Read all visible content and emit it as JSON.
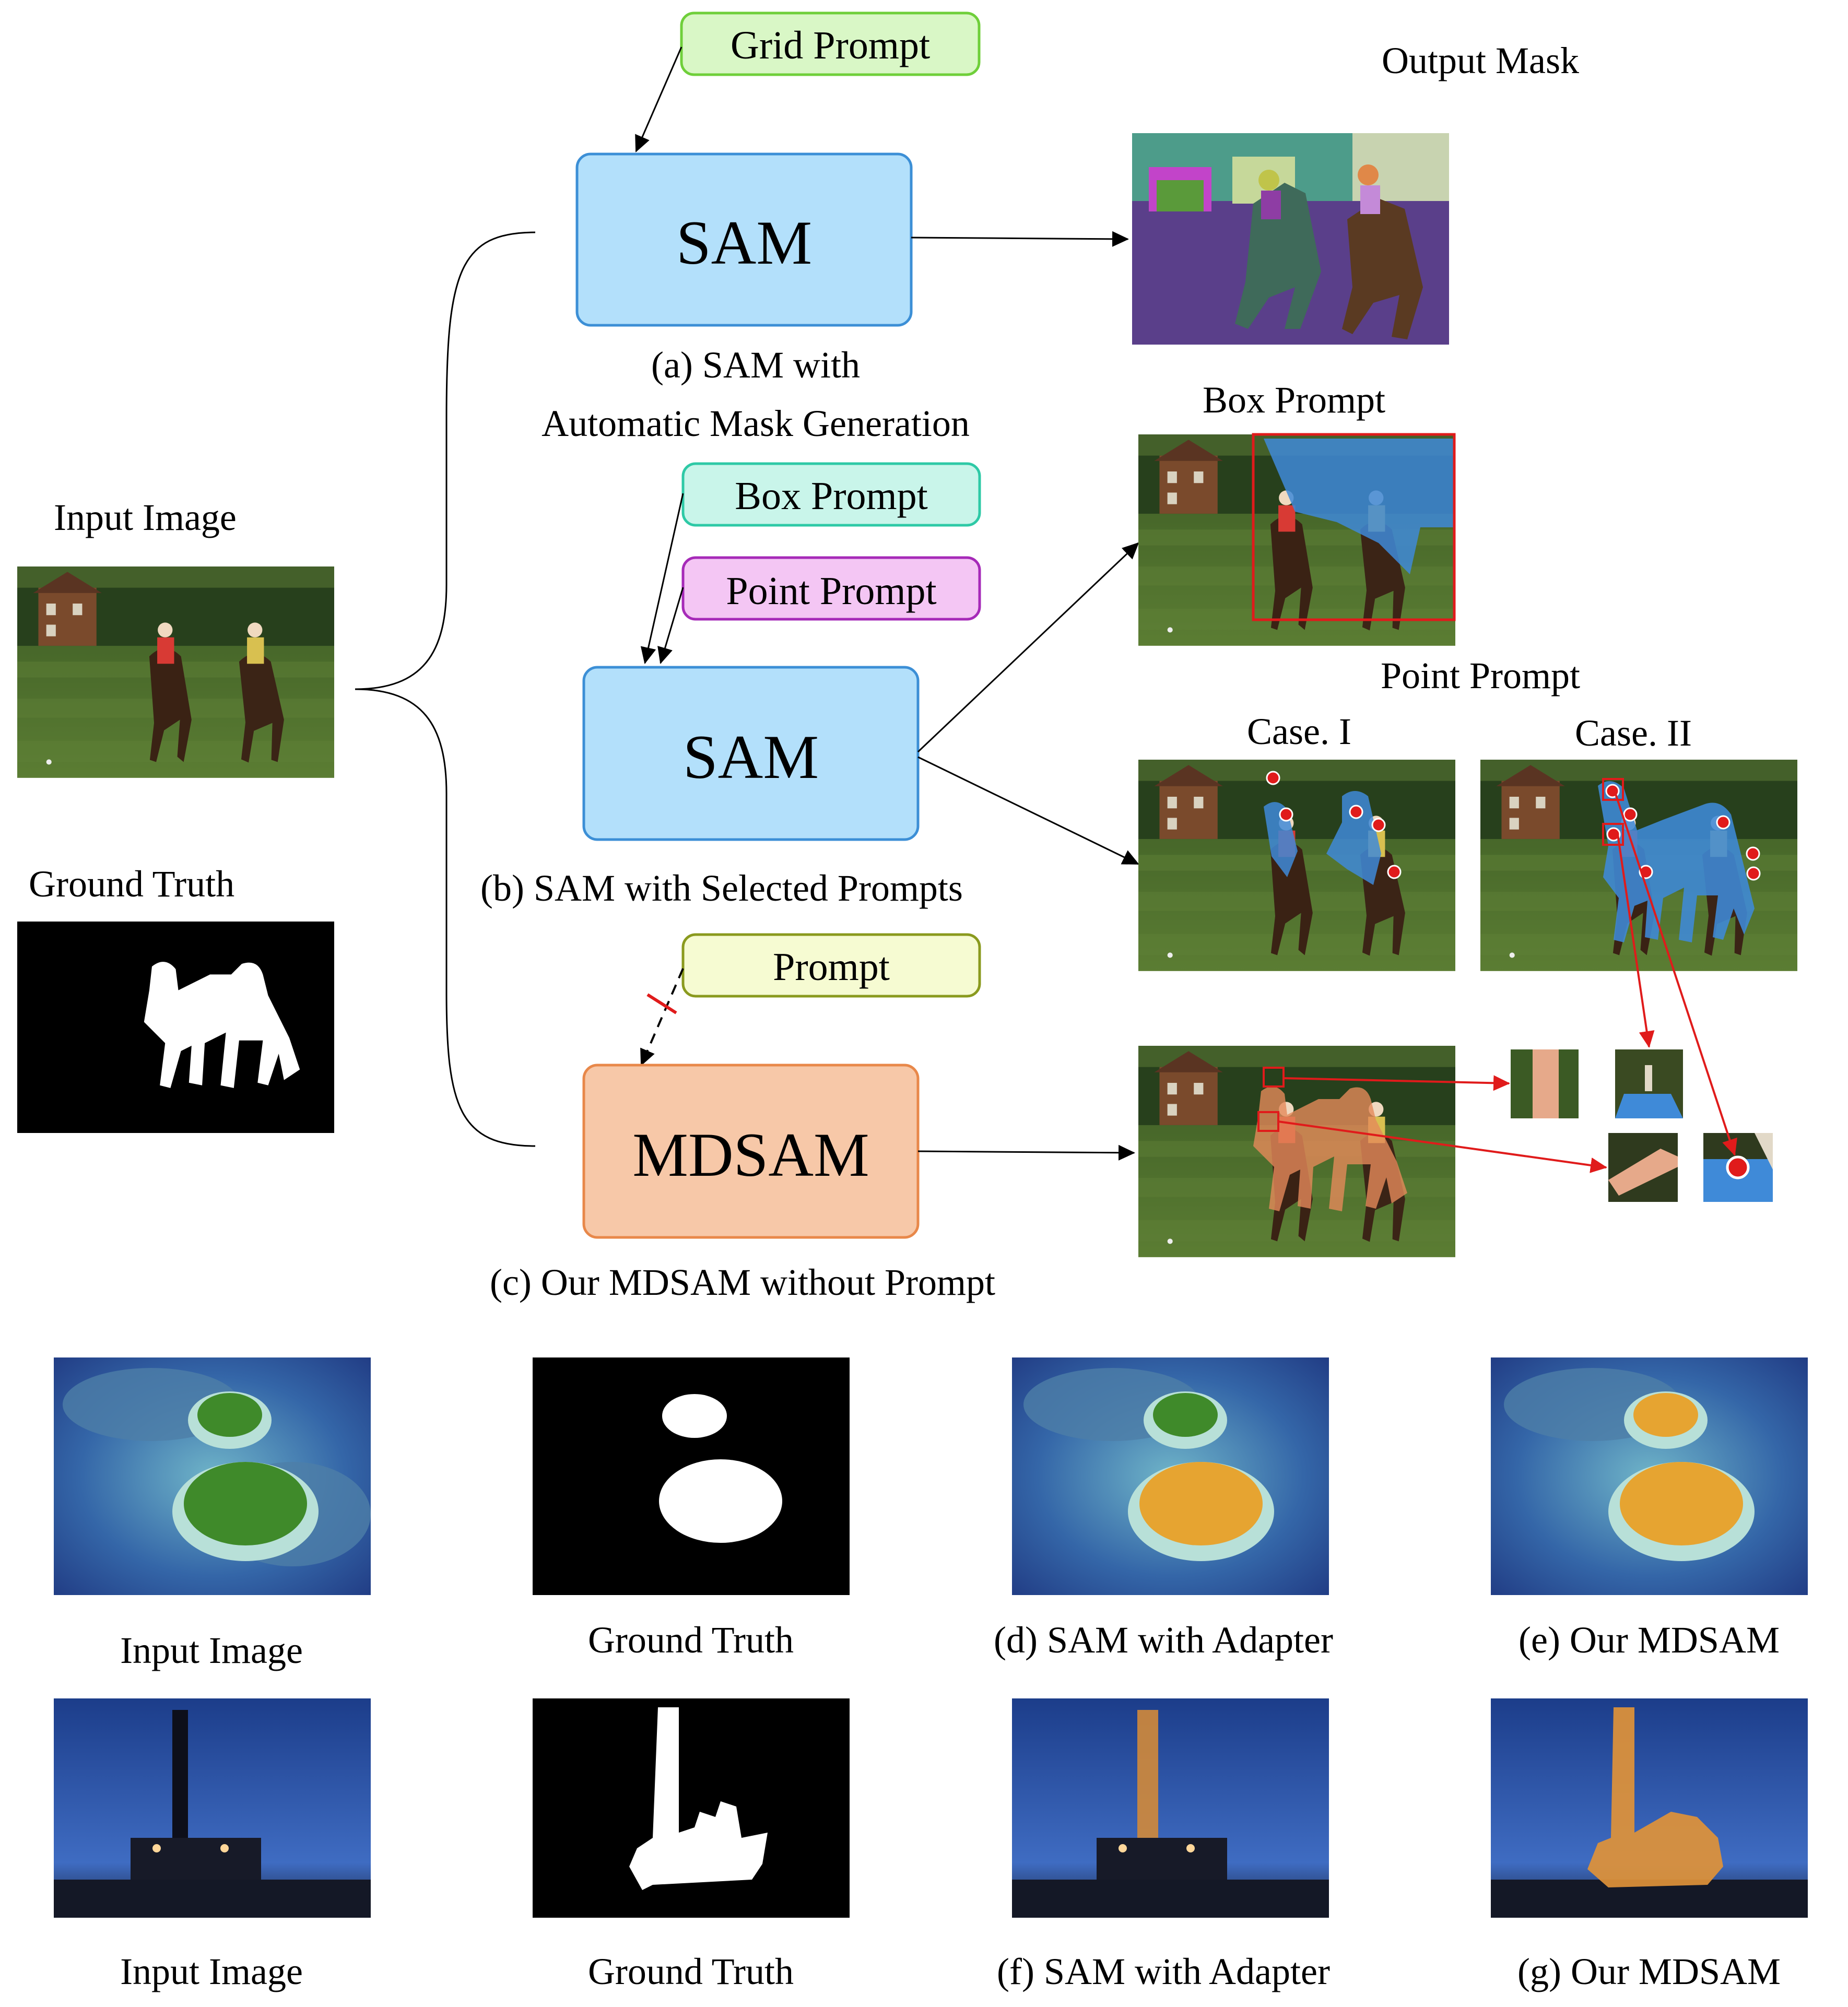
{
  "top": {
    "output_mask_label": "Output Mask",
    "input_image_label": "Input Image",
    "ground_truth_label": "Ground Truth",
    "box_prompt_label": "Box Prompt",
    "point_prompt_label": "Point Prompt",
    "case1_label": "Case. I",
    "case2_label": "Case. II"
  },
  "prompts": {
    "grid": "Grid Prompt",
    "box": "Box Prompt",
    "point": "Point Prompt",
    "generic": "Prompt"
  },
  "models": {
    "sam_a": "SAM",
    "sam_b": "SAM",
    "mdsam": "MDSAM"
  },
  "captions": {
    "a_line1": "(a)   SAM with",
    "a_line2": "Automatic Mask Generation",
    "b": "(b) SAM with Selected Prompts",
    "c": "(c) Our MDSAM without Prompt"
  },
  "bottom": {
    "row1": [
      "Input Image",
      "Ground Truth",
      "(d) SAM with Adapter",
      "(e) Our MDSAM"
    ],
    "row2": [
      "Input Image",
      "Ground Truth",
      "(f) SAM with Adapter",
      "(g) Our MDSAM"
    ]
  },
  "colors": {
    "sam_fill": "#b3e0fb",
    "sam_stroke": "#3c8fd6",
    "mdsam_fill": "#f7c8a8",
    "mdsam_stroke": "#e8884a",
    "grid_fill": "#d9f7c6",
    "grid_stroke": "#6fcf3a",
    "box_fill": "#c9f5ea",
    "box_stroke": "#2ec9a6",
    "point_fill": "#f4c6f4",
    "point_stroke": "#a62ab8",
    "generic_fill": "#f6fbd2",
    "generic_stroke": "#8a9a1e",
    "red": "#e01b1b"
  }
}
